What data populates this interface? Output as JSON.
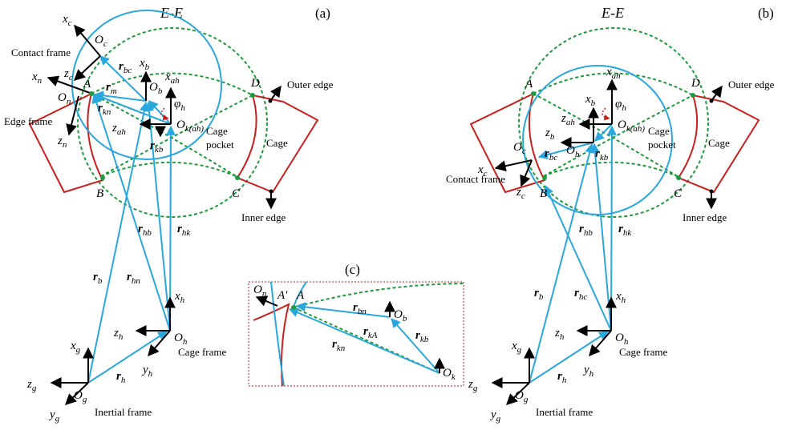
{
  "panels": {
    "a": {
      "title": "E-E",
      "tag": "(a)",
      "frames": {
        "contact": "Contact frame",
        "edge": "Edge frame",
        "cage": "Cage frame",
        "inertial": "Inertial frame"
      },
      "edges": {
        "outer": "Outer edge",
        "inner": "Inner edge"
      },
      "regions": {
        "pocket_1": "Cage",
        "pocket_2": "pocket",
        "cage": "Cage"
      },
      "points": {
        "A": "A",
        "B": "B",
        "C": "C",
        "D": "D"
      },
      "origins": {
        "c": "c",
        "n": "n",
        "b": "b",
        "kah": "k(ah)",
        "h": "h",
        "g": "g"
      },
      "axes": {
        "xc": "c",
        "zc": "c",
        "xn": "n",
        "zn": "n",
        "xb": "b",
        "xah": "ah",
        "zah": "ah",
        "xh": "h",
        "zh": "h",
        "yh": "h",
        "xg": "g",
        "zg": "g",
        "yg": "g"
      },
      "vectors": {
        "rbc": "bc",
        "rm": "m",
        "rkn": "kn",
        "rkb": "kb",
        "rhb": "hb",
        "rhk": "hk",
        "rb": "b",
        "rhn": "hn",
        "rh": "h"
      },
      "angle": "h"
    },
    "b": {
      "title": "E-E",
      "tag": "(b)",
      "frames": {
        "contact": "Contact frame",
        "cage": "Cage frame",
        "inertial": "Inertial frame"
      },
      "edges": {
        "outer": "Outer edge",
        "inner": "Inner edge"
      },
      "regions": {
        "pocket_1": "Cage",
        "pocket_2": "pocket",
        "cage": "Cage"
      },
      "points": {
        "A": "A",
        "B": "B",
        "C": "C",
        "D": "D"
      },
      "origins": {
        "c": "c",
        "b": "b",
        "kah": "k(ah)",
        "h": "h",
        "g": "g"
      },
      "axes": {
        "xc": "c",
        "zc": "c",
        "xb": "b",
        "xah": "ah",
        "zah": "ah",
        "zb": "b",
        "xh": "h",
        "zh": "h",
        "yh": "h",
        "xg": "g",
        "zg": "g",
        "yg": "g"
      },
      "vectors": {
        "rbc": "bc",
        "rkb": "kb",
        "rhb": "hb",
        "rhk": "hk",
        "rb": "b",
        "rhc": "hc",
        "rh": "h"
      },
      "angle": "h"
    },
    "c": {
      "tag": "(c)",
      "points": {
        "A_prime": "A'",
        "A": "A"
      },
      "origins": {
        "n": "n",
        "b": "b",
        "k": "k"
      },
      "vectors": {
        "rbn": "bn",
        "rkA": "kA",
        "rkn": "kn",
        "rkb": "kb"
      }
    }
  },
  "colors": {
    "vector": "#2aa7dc",
    "cage": "#c8201e",
    "dashed": "#1e9a3c",
    "frame_box": "#c84848",
    "axis": "#000000"
  }
}
